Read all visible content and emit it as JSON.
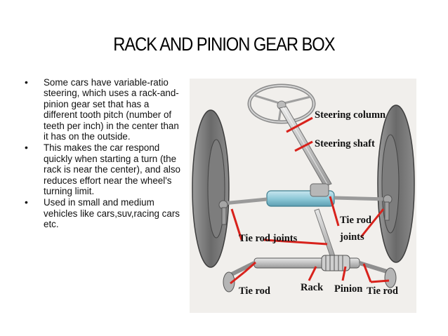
{
  "title": "RACK AND PINION GEAR BOX",
  "bullets": [
    {
      "marker": "•",
      "text": "Some cars have variable-ratio steering, which uses a rack-and-pinion gear set that has a different tooth pitch (number of teeth per inch) in the center than it has on the outside."
    },
    {
      "marker": "•",
      "text": " This makes the car respond quickly when starting a turn (the rack is near the center), and also reduces effort near the wheel's turning limit."
    },
    {
      "marker": "•",
      "text": "Used in small and medium vehicles like cars,suv,racing cars etc."
    }
  ],
  "diagram": {
    "labels": {
      "steering_column": "Steering column",
      "steering_shaft": "Steering shaft",
      "tie_rod_joints_left": "Tie rod joints",
      "tie_rod_joints_right_line1": "Tie rod",
      "tie_rod_joints_right_line2": "joints",
      "tie_rod_left": "Tie rod",
      "rack": "Rack",
      "pinion": "Pinion",
      "tie_rod_right": "Tie rod"
    },
    "colors": {
      "pointer": "#d8221c",
      "tire": "#6e6e6e",
      "rack_housing": "#8fc9d8",
      "metal": "#b9b9b9"
    }
  }
}
